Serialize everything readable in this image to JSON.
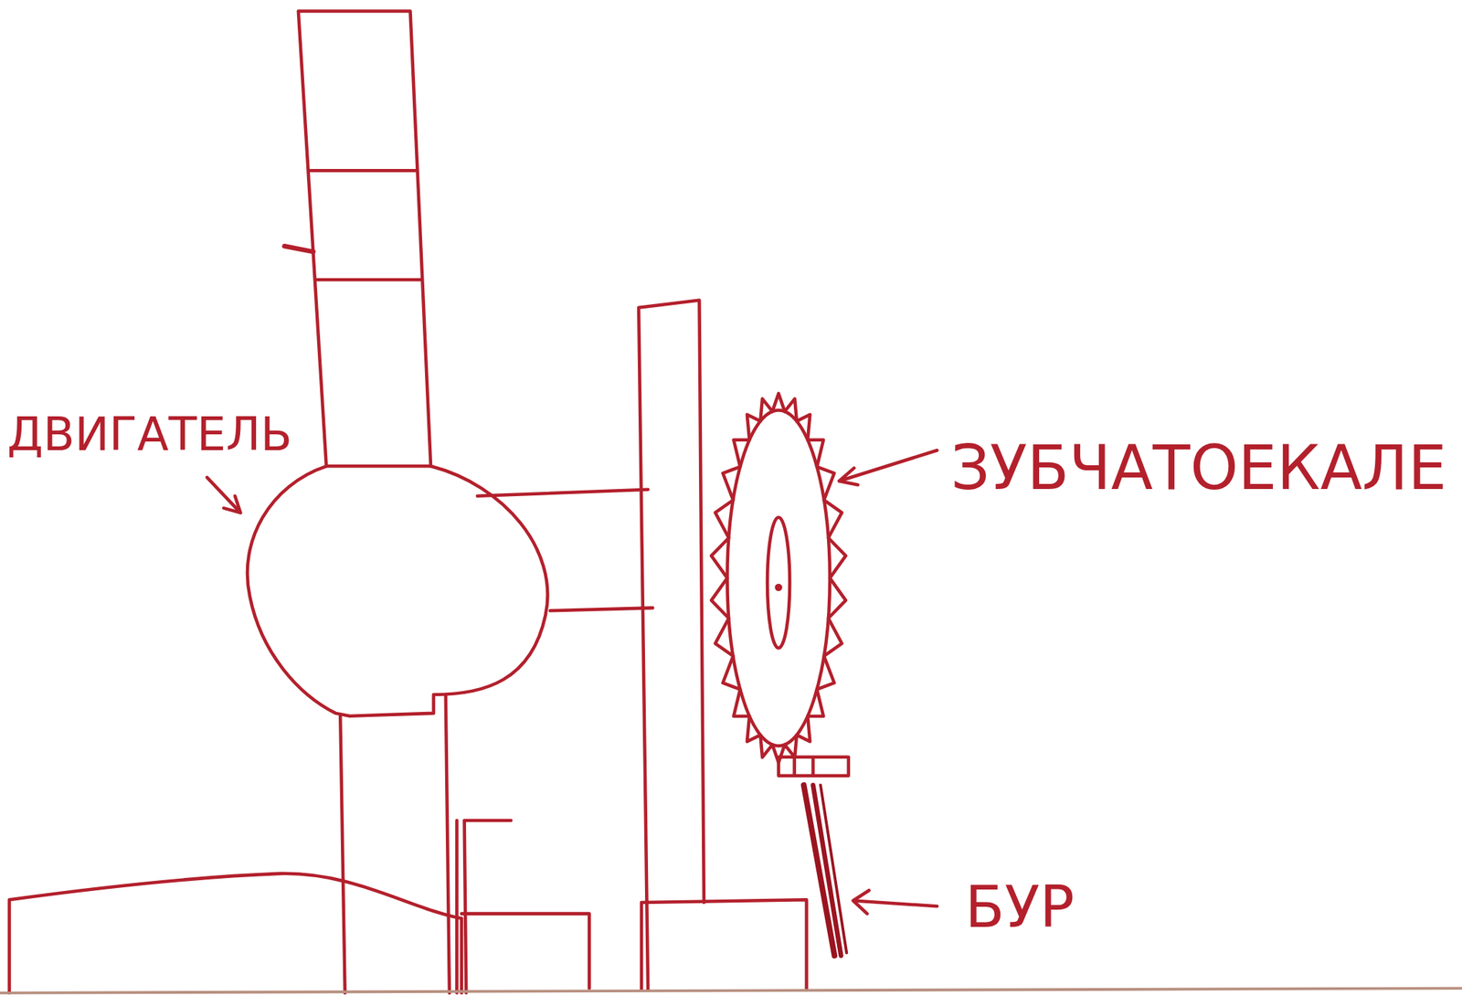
{
  "diagram": {
    "labels": [
      "ДВИГАТЕЛЬ",
      "ЗУБЧАТОЕКАЛЕ",
      "БУР"
    ]
  }
}
